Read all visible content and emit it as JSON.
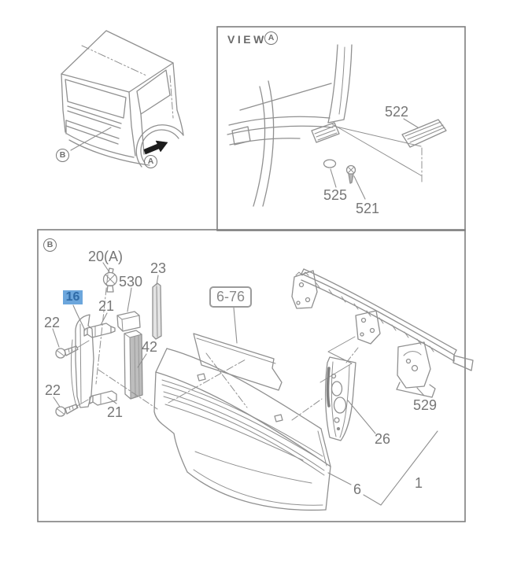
{
  "figure": {
    "background": "#ffffff",
    "colors": {
      "line": "#909090",
      "text": "#767676",
      "box_border": "#7f7f7f",
      "highlight_bg": "#6ca6dc",
      "highlight_text": "#2f6ba7",
      "arrow": "#1c1c1c"
    },
    "overview": {
      "callout_b": "B",
      "callout_a": "A",
      "arrow_icon": "view-direction-arrow"
    },
    "view_a": {
      "title": "VIEW",
      "letter": "A",
      "part_522": "522",
      "part_525": "525",
      "part_521": "521"
    },
    "section_b": {
      "letter": "B",
      "part_20a": "20(A)",
      "part_530": "530",
      "part_23": "23",
      "part_16_highlighted": "16",
      "part_21_upper": "21",
      "part_22_upper": "22",
      "part_42": "42",
      "ref_panel": "6-76",
      "part_22_lower": "22",
      "part_21_lower": "21",
      "part_26": "26",
      "part_529": "529",
      "part_6": "6",
      "part_1": "1"
    }
  }
}
